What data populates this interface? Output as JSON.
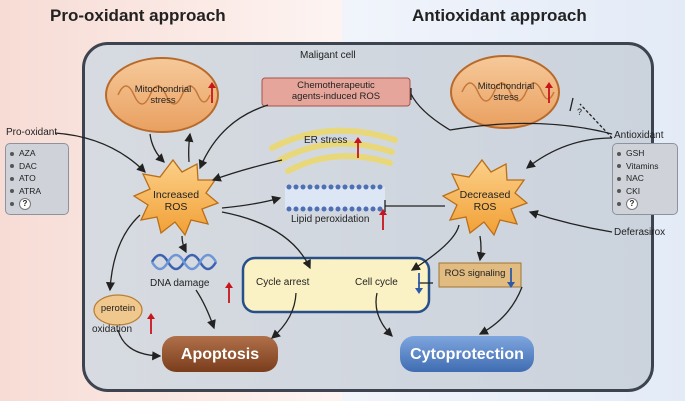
{
  "headings": {
    "left": "Pro-oxidant approach",
    "right": "Antioxidant approach"
  },
  "cell_label": "Maligant cell",
  "left_agent": {
    "label": "Pro-oxidant",
    "items": [
      "AZA",
      "DAC",
      "ATO",
      "ATRA",
      "?"
    ]
  },
  "right_agent": {
    "label": "Antioxidant",
    "items": [
      "GSH",
      "Vitamins",
      "NAC",
      "CKI",
      "?"
    ]
  },
  "deferasirox": "Deferasirox",
  "mito_left": {
    "line1": "Mitochondrial",
    "line2": "stress"
  },
  "mito_right": {
    "line1": "Mitochondrial",
    "line2": "stress"
  },
  "chemo": {
    "line1": "Chemotherapeutic",
    "line2": "agents-induced ROS"
  },
  "er": "ER stress",
  "lipid": "Lipid peroxidation",
  "increased": {
    "line1": "Increased",
    "line2": "ROS"
  },
  "decreased": {
    "line1": "Decreased",
    "line2": "ROS"
  },
  "dna": "DNA damage",
  "protein": {
    "line1": "perotein",
    "line2": "oxidation"
  },
  "cycle_arrest": "Cycle arrest",
  "cell_cycle": "Cell cycle",
  "ros_signaling": "ROS signaling",
  "apoptosis": "Apoptosis",
  "cytoprotection": "Cytoprotection",
  "dashed_q": "?",
  "colors": {
    "up_arrow": "#c8151b",
    "down_arrow": "#2d5aa8",
    "apoptosis": "#8a4a25",
    "cytoprotection": "#4d7bc0"
  }
}
